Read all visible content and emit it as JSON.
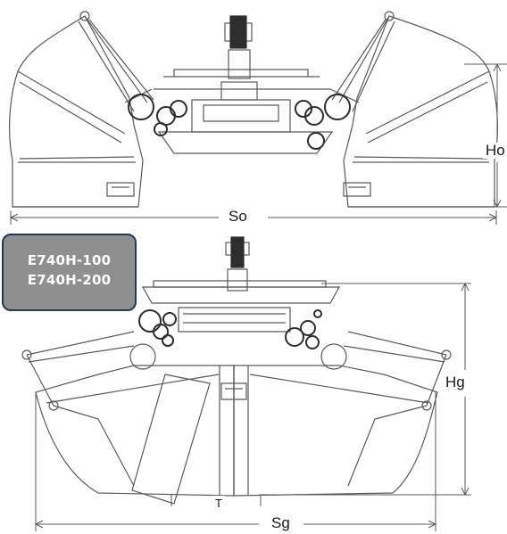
{
  "dimensions": {
    "open_height": "Ho",
    "open_span": "So",
    "closed_height": "Hg",
    "closed_span": "Sg",
    "tip_gap": "T"
  },
  "models": [
    "E740H-100",
    "E740H-200"
  ],
  "colors": {
    "badge_fill": "#8f8f8f",
    "badge_border": "#233a55",
    "line": "#5a5a5a"
  }
}
